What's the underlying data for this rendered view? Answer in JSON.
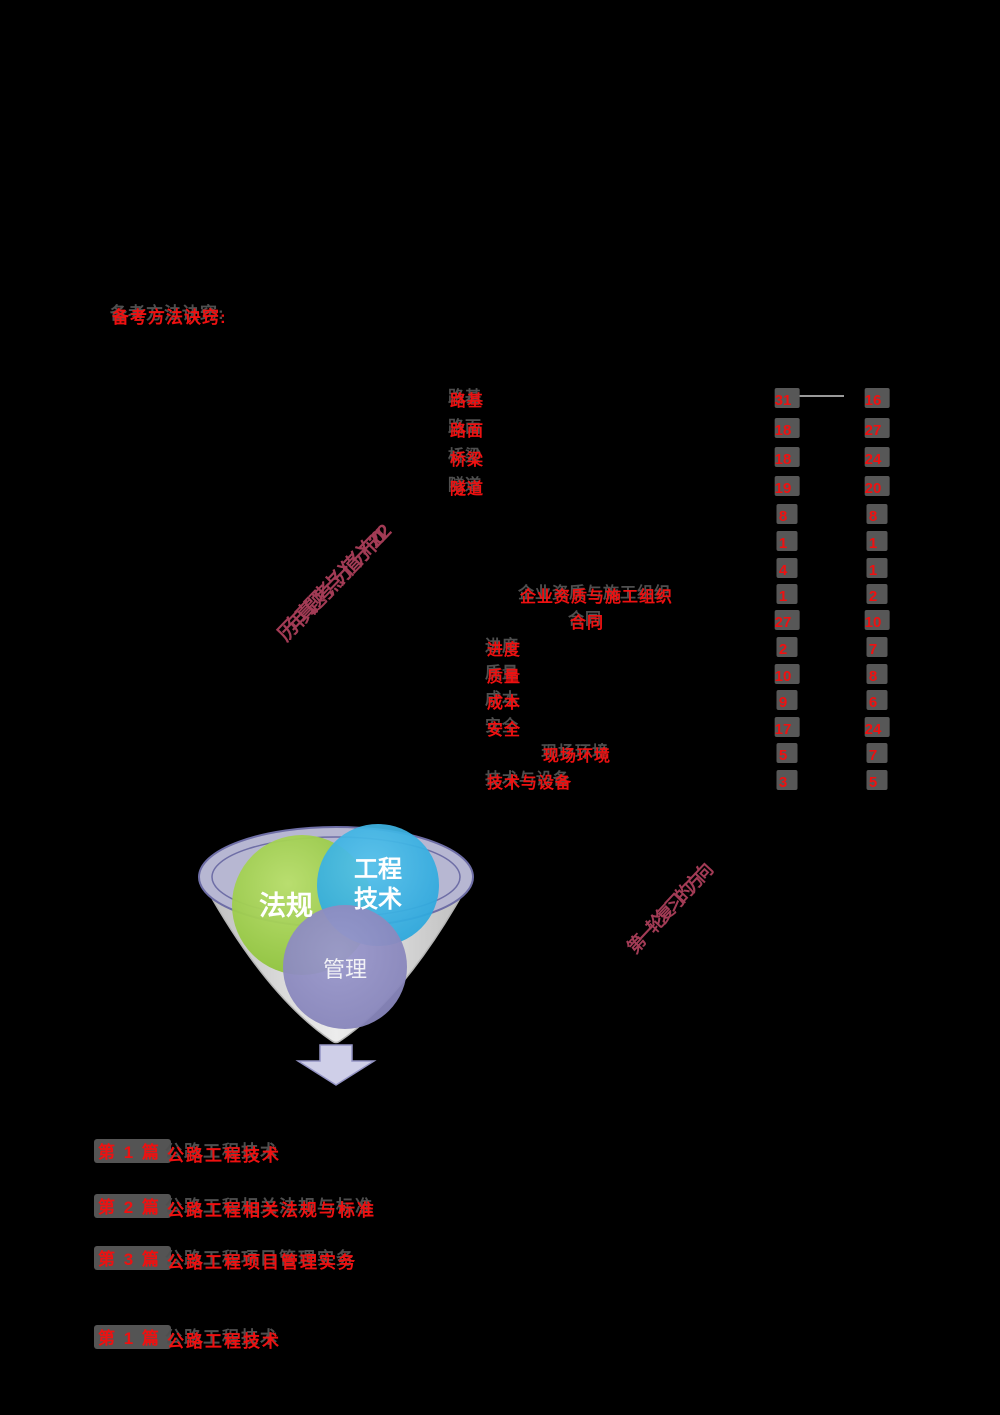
{
  "page": {
    "background": "#000000",
    "accent_red": "#ee1111",
    "shadow_gray": "#4f4f4f",
    "box_gray": "#575757",
    "maroon": "#a23b55"
  },
  "header": {
    "title": "备考方法诀窍:"
  },
  "score_table": {
    "description": "two columns of red score numbers on gray highlight boxes",
    "rows": [
      {
        "label": "路基",
        "v1": "31",
        "v2": "16"
      },
      {
        "label": "路面",
        "v1": "18",
        "v2": "27"
      },
      {
        "label": "桥梁",
        "v1": "18",
        "v2": "24"
      },
      {
        "label": "隧道",
        "v1": "19",
        "v2": "20"
      },
      {
        "label": "",
        "v1": "8",
        "v2": "8"
      },
      {
        "label": "",
        "v1": "1",
        "v2": "1"
      },
      {
        "label": "",
        "v1": "4",
        "v2": "1"
      },
      {
        "label": "企业资质与施工组织",
        "v1": "1",
        "v2": "2"
      },
      {
        "label": "合同",
        "v1": "27",
        "v2": "10"
      },
      {
        "label": "进度",
        "v1": "2",
        "v2": "7"
      },
      {
        "label": "质量",
        "v1": "10",
        "v2": "8"
      },
      {
        "label": "成本",
        "v1": "9",
        "v2": "6"
      },
      {
        "label": "安全",
        "v1": "17",
        "v2": "24"
      },
      {
        "label": "现场环境",
        "v1": "5",
        "v2": "7"
      },
      {
        "label": "技术与设备",
        "v1": "3",
        "v2": "5"
      }
    ]
  },
  "watermarks": {
    "left": "历年真题考点分值分布2012",
    "right": "第一轮复习的方向"
  },
  "funnel": {
    "circle_law": "法规",
    "circle_tech_line1": "工程",
    "circle_tech_line2": "技术",
    "circle_mgmt": "管理",
    "colors": {
      "law": "#8cc63e",
      "tech": "#29abe2",
      "mgmt": "#8a88c0",
      "rim": "#b7b7d2",
      "rim_stroke": "#6e6ea6",
      "cone": "#d9d9d9",
      "arrow": "#cfcfe8",
      "arrow_stroke": "#9494c4"
    }
  },
  "toc": {
    "items": [
      {
        "badge": "第 1 篇",
        "title": "公路工程技术"
      },
      {
        "badge": "第 2 篇",
        "title": "公路工程相关法规与标准"
      },
      {
        "badge": "第 3 篇",
        "title": "公路工程项目管理实务"
      },
      {
        "badge": "第 1 篇",
        "title": "公路工程技术"
      }
    ]
  }
}
